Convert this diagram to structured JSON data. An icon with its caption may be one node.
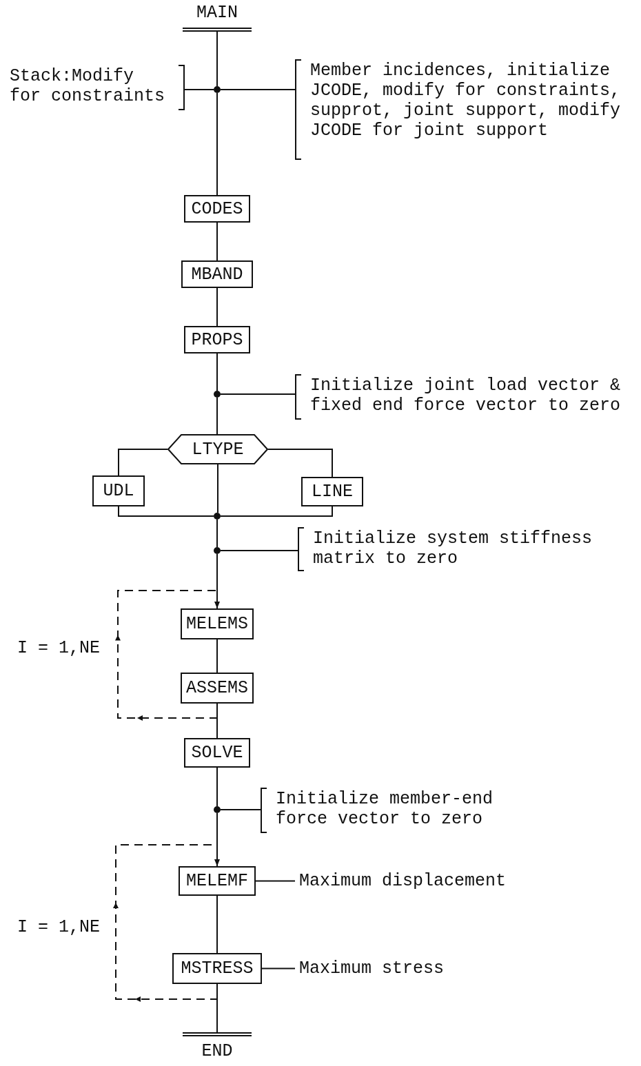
{
  "diagram": {
    "nodes": [
      {
        "text": [
          "MAIN"
        ]
      },
      {
        "text": [],
        "shape": "circle"
      },
      {
        "text": [
          "Stack:Modify for constraints"
        ]
      },
      {
        "text": [
          "Member incidences, initialize JCODE, modify for constraints, supprot, joint support, modify JCODE for joint support"
        ]
      },
      {
        "text": [
          "CODES"
        ]
      },
      {
        "text": [
          "MBAND"
        ]
      },
      {
        "text": [
          "PROPS"
        ]
      },
      {
        "text": [],
        "shape": "circle"
      },
      {
        "text": [
          "Initialize joint load vector & fixed end force vector to zero"
        ]
      },
      {
        "text": [
          "LTYPE"
        ]
      },
      {
        "text": [
          "UDL"
        ]
      },
      {
        "text": [
          "LINE"
        ]
      },
      {
        "text": [],
        "shape": "circle"
      },
      {
        "text": [],
        "shape": "circle"
      },
      {
        "text": [
          "Initialize system stiffness matrix to zero"
        ]
      },
      {
        "text": [
          "MELEMS"
        ]
      },
      {
        "text": [
          "ASSEMS"
        ]
      },
      {
        "text": [
          "SOLVE"
        ]
      },
      {
        "text": [],
        "shape": "circle"
      },
      {
        "text": [
          "Initialize member-end force vector to zero"
        ]
      },
      {
        "text": [
          "MELEMF"
        ]
      },
      {
        "text": [
          "Maximum displacement"
        ]
      },
      {
        "text": [
          "MSTRESS"
        ]
      },
      {
        "text": [
          "Maximum stress"
        ]
      },
      {
        "text": [
          "END"
        ]
      }
    ],
    "edges": [
      {
        "from": 0,
        "to": 1,
        "arrow": "none"
      },
      {
        "from": 1,
        "to": 2,
        "arrow": "none"
      },
      {
        "from": 1,
        "to": 3,
        "arrow": "none"
      },
      {
        "from": 1,
        "to": 4,
        "arrow": "none"
      },
      {
        "from": 4,
        "to": 5,
        "arrow": "none"
      },
      {
        "from": 5,
        "to": 6,
        "arrow": "none"
      },
      {
        "from": 6,
        "to": 7,
        "arrow": "none"
      },
      {
        "from": 7,
        "to": 8,
        "arrow": "none"
      },
      {
        "from": 7,
        "to": 9,
        "arrow": "none"
      },
      {
        "from": 9,
        "to": 10,
        "arrow": "none"
      },
      {
        "from": 9,
        "to": 11,
        "arrow": "none"
      },
      {
        "from": 9,
        "to": 12,
        "arrow": "none"
      },
      {
        "from": 10,
        "to": 12,
        "arrow": "none"
      },
      {
        "from": 11,
        "to": 12,
        "arrow": "none"
      },
      {
        "from": 12,
        "to": 13,
        "arrow": "none"
      },
      {
        "from": 13,
        "to": 14,
        "arrow": "none"
      },
      {
        "from": 13,
        "to": 15,
        "arrow": "none"
      },
      {
        "from": 15,
        "to": 16,
        "arrow": "none"
      },
      {
        "from": 16,
        "to": 15,
        "arrow": "to",
        "style": "dashed"
      },
      {
        "from": 16,
        "to": 17,
        "arrow": "none"
      },
      {
        "from": 17,
        "to": 18,
        "arrow": "none"
      },
      {
        "from": 18,
        "to": 19,
        "arrow": "none"
      },
      {
        "from": 18,
        "to": 20,
        "arrow": "none"
      },
      {
        "from": 20,
        "to": 21,
        "arrow": "none"
      },
      {
        "from": 20,
        "to": 22,
        "arrow": "none"
      },
      {
        "from": 22,
        "to": 20,
        "arrow": "to",
        "style": "dashed"
      },
      {
        "from": 22,
        "to": 23,
        "arrow": "none"
      },
      {
        "from": 22,
        "to": 24,
        "arrow": "none"
      }
    ],
    "labels": [
      "I = 1,NE",
      "I = 1,NE"
    ]
  }
}
